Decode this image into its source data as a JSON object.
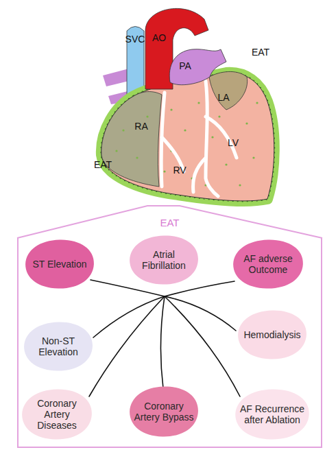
{
  "diagram": {
    "nodes": [
      {
        "text": [
          "EAT"
        ]
      },
      {
        "text": [
          "ST Elevation"
        ],
        "in": 0
      },
      {
        "text": [
          "Atrial Fibrillation"
        ],
        "in": 0
      },
      {
        "text": [
          "AF adverse Outcome"
        ],
        "in": 0
      },
      {
        "text": [
          "Non-ST Elevation"
        ],
        "in": 0
      },
      {
        "text": [
          "Hemodialysis"
        ],
        "in": 0
      },
      {
        "text": [
          "Coronary Artery Diseases"
        ],
        "in": 0
      },
      {
        "text": [
          "Coronary Artery Bypass"
        ],
        "in": 0
      },
      {
        "text": [
          "AF Recurrence after Ablation"
        ],
        "in": 0
      }
    ],
    "labels": [
      "SVC",
      "AO",
      "PA",
      "EAT",
      "LA",
      "RA",
      "EAT",
      "RV",
      "LV"
    ]
  }
}
